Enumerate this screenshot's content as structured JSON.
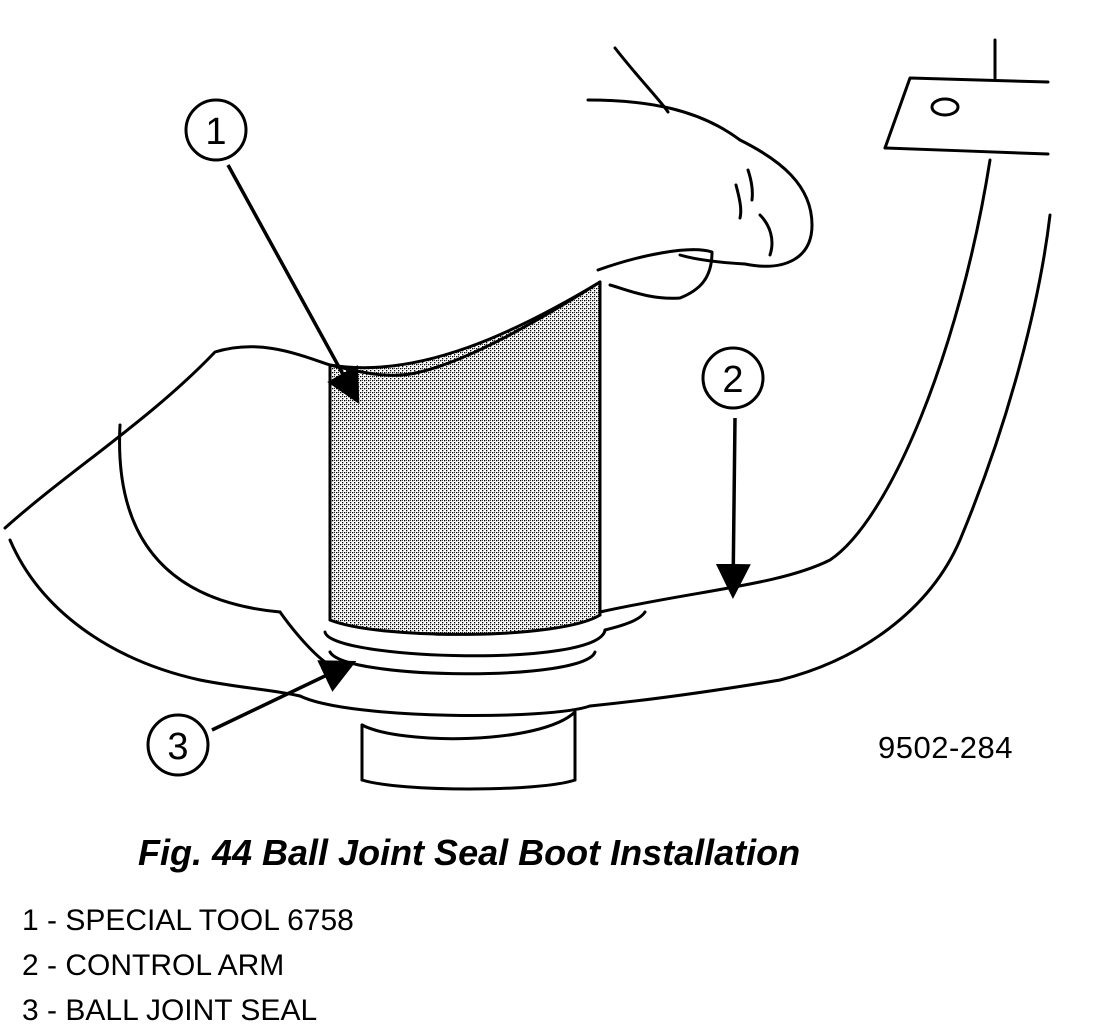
{
  "figure": {
    "number_label": "Fig. 44 Ball Joint Seal Boot Installation",
    "drawing_id": "9502-284",
    "callouts": [
      {
        "number": "1"
      },
      {
        "number": "2"
      },
      {
        "number": "3"
      }
    ],
    "legend": [
      {
        "number": "1",
        "separator": " - ",
        "text": "SPECIAL TOOL 6758"
      },
      {
        "number": "2",
        "separator": " - ",
        "text": "CONTROL ARM"
      },
      {
        "number": "3",
        "separator": " - ",
        "text": "BALL JOINT SEAL"
      }
    ]
  }
}
